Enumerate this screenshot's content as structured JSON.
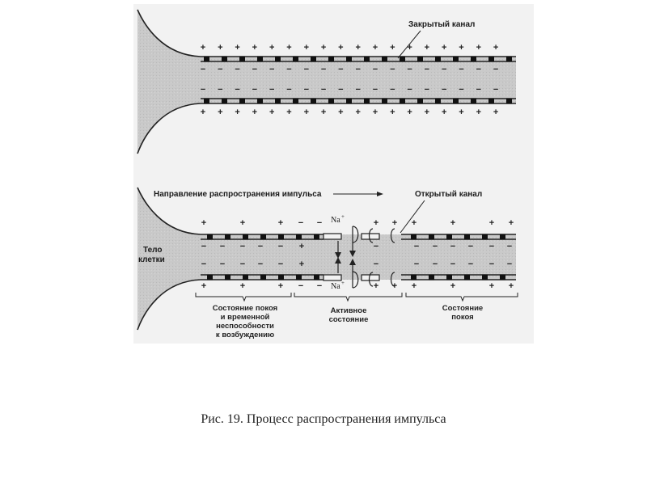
{
  "diagram": {
    "top_panel": {
      "label_closed_channel": "Закрытый канал"
    },
    "bottom_panel": {
      "label_direction": "Направление распространения импульса",
      "label_open_channel": "Открытый канал",
      "label_cell_body_line1": "Тело",
      "label_cell_body_line2": "клетки",
      "ion_label": "Na",
      "ion_charge": "+",
      "section_rest_refractory": [
        "Состояние покоя",
        "и временной",
        "неспособности",
        "к возбуждению"
      ],
      "section_active": [
        "Активное",
        "состояние"
      ],
      "section_rest": [
        "Состояние",
        "покоя"
      ]
    },
    "symbols": {
      "plus": "+",
      "minus": "−"
    }
  },
  "caption": "Рис. 19. Процесс распространения импульса"
}
